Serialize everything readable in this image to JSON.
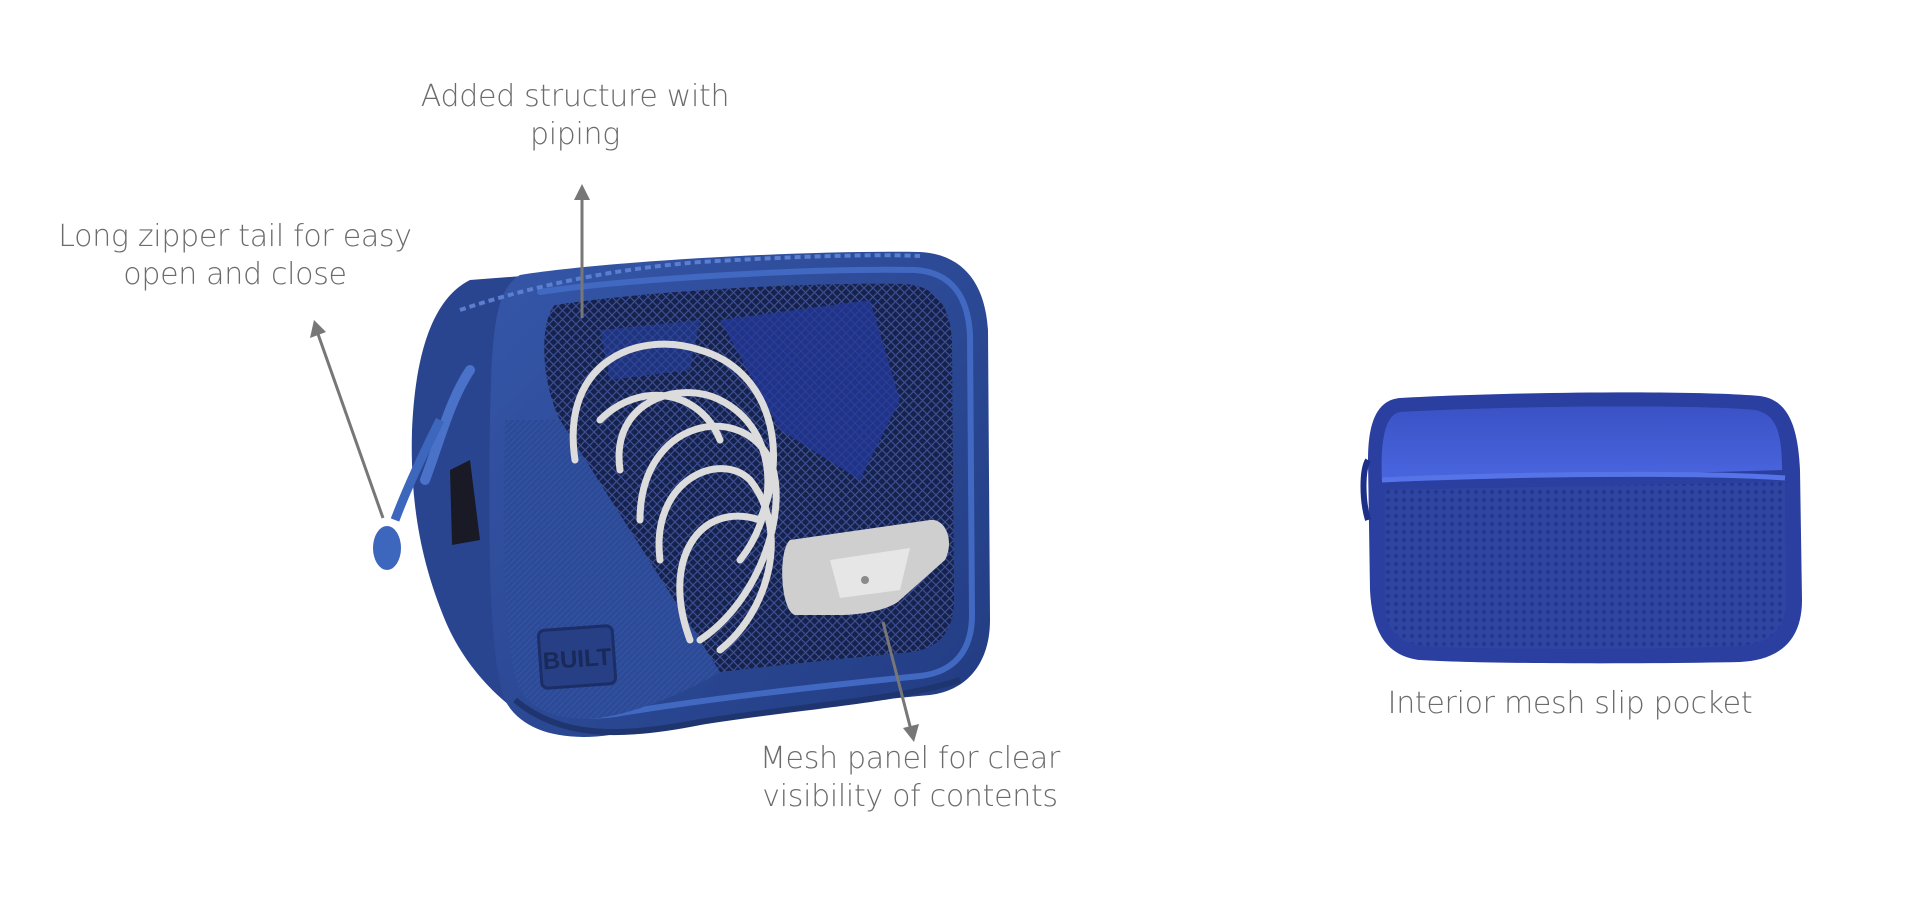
{
  "callouts": {
    "structure": {
      "line1": "Added structure with",
      "line2": "piping"
    },
    "zipper": {
      "line1": "Long zipper tail for easy",
      "line2": "open and close"
    },
    "mesh": {
      "line1": "Mesh panel for clear",
      "line2": "visibility of contents"
    },
    "pocket": {
      "line1": "Interior mesh slip pocket"
    }
  },
  "brand_patch": {
    "text": "BUILT"
  },
  "colors": {
    "bag_main": "#2f4f9e",
    "bag_dark": "#1f3576",
    "bag_piping": "#3c64b8",
    "mesh_dark": "#1a2756",
    "cable": "#d9d9d9",
    "pocket_bright": "#3f5fd8",
    "pocket_dark": "#2c44a8",
    "arrow": "#777777",
    "text": "#6b6b6b"
  }
}
